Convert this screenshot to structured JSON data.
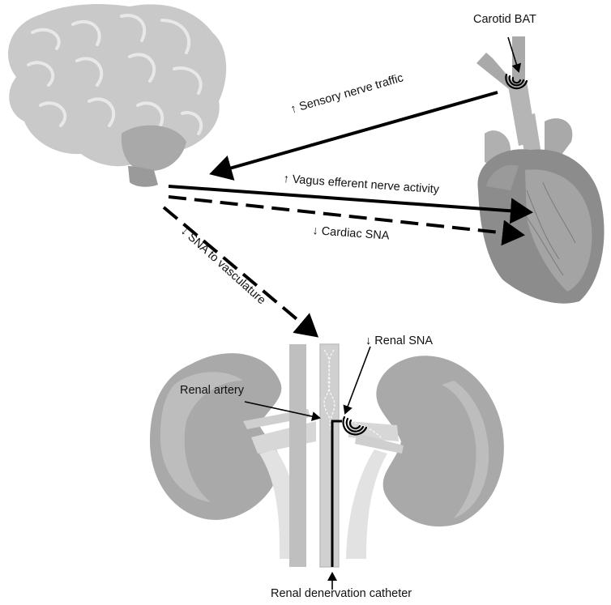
{
  "labels": {
    "carotid_bat": "Carotid BAT",
    "sensory_nerve_traffic": "↑ Sensory nerve traffic",
    "vagus_efferent": "↑ Vagus efferent nerve activity",
    "cardiac_sna": "↓ Cardiac SNA",
    "sna_vasculature": "↓ SNA to vasculature",
    "renal_sna": "↓ Renal SNA",
    "renal_artery": "Renal artery",
    "renal_denervation_catheter": "Renal denervation catheter"
  },
  "colors": {
    "arrow": "#000000",
    "organ_dark": "#8c8c8c",
    "organ_mid": "#a9a9a9",
    "organ_light": "#c9c9c9",
    "organ_pale": "#dedede"
  }
}
